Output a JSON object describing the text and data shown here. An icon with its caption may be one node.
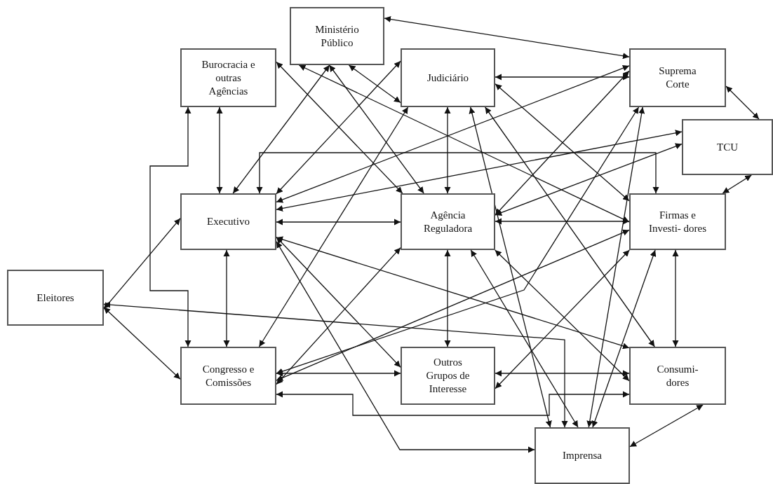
{
  "diagram": {
    "nodes": [
      {
        "text": [
          "Ministério Público"
        ]
      },
      {
        "text": [
          "Burocracia e outras Agências"
        ]
      },
      {
        "text": [
          "Judiciário"
        ]
      },
      {
        "text": [
          "Suprema Corte"
        ]
      },
      {
        "text": [
          "TCU"
        ]
      },
      {
        "text": [
          "Executivo"
        ]
      },
      {
        "text": [
          "Agência Reguladora"
        ]
      },
      {
        "text": [
          "Firmas e Investi- dores"
        ]
      },
      {
        "text": [
          "Eleitores"
        ]
      },
      {
        "text": [
          "Congresso e Comissões"
        ]
      },
      {
        "text": [
          "Outros Grupos de Interesse"
        ]
      },
      {
        "text": [
          "Consumi- dores"
        ]
      },
      {
        "text": [
          "Imprensa"
        ]
      }
    ],
    "edges": [
      {
        "from": 0,
        "to": 3,
        "arrow": "both"
      },
      {
        "from": 1,
        "to": 5,
        "arrow": "both"
      },
      {
        "from": 1,
        "to": 9,
        "arrow": "both"
      },
      {
        "from": 8,
        "to": 5,
        "arrow": "both"
      },
      {
        "from": 8,
        "to": 9,
        "arrow": "both"
      },
      {
        "from": 5,
        "to": 9,
        "arrow": "both"
      },
      {
        "from": 5,
        "to": 6,
        "arrow": "both"
      },
      {
        "from": 2,
        "to": 6,
        "arrow": "both"
      },
      {
        "from": 2,
        "to": 3,
        "arrow": "both"
      },
      {
        "from": 6,
        "to": 10,
        "arrow": "both"
      },
      {
        "from": 6,
        "to": 7,
        "arrow": "both"
      },
      {
        "from": 7,
        "to": 11,
        "arrow": "both"
      },
      {
        "from": 3,
        "to": 4,
        "arrow": "both"
      },
      {
        "from": 4,
        "to": 7,
        "arrow": "both"
      },
      {
        "from": 11,
        "to": 12,
        "arrow": "both"
      },
      {
        "from": 9,
        "to": 10,
        "arrow": "both"
      },
      {
        "from": 10,
        "to": 11,
        "arrow": "both"
      },
      {
        "from": 5,
        "to": 7,
        "arrow": "both"
      },
      {
        "from": 5,
        "to": 4,
        "arrow": "both"
      },
      {
        "from": 6,
        "to": 4,
        "arrow": "both"
      },
      {
        "from": 5,
        "to": 3,
        "arrow": "both"
      },
      {
        "from": 0,
        "to": 5,
        "arrow": "both"
      },
      {
        "from": 0,
        "to": 7,
        "arrow": "both"
      },
      {
        "from": 0,
        "to": 6,
        "arrow": "both"
      },
      {
        "from": 0,
        "to": 2,
        "arrow": "both"
      },
      {
        "from": 1,
        "to": 6,
        "arrow": "both"
      },
      {
        "from": 2,
        "to": 5,
        "arrow": "both"
      },
      {
        "from": 9,
        "to": 2,
        "arrow": "both"
      },
      {
        "from": 2,
        "to": 12,
        "arrow": "both"
      },
      {
        "from": 2,
        "to": 11,
        "arrow": "both"
      },
      {
        "from": 2,
        "to": 7,
        "arrow": "both"
      },
      {
        "from": 3,
        "to": 6,
        "arrow": "both"
      },
      {
        "from": 3,
        "to": 12,
        "arrow": "both"
      },
      {
        "from": 7,
        "to": 10,
        "arrow": "both"
      },
      {
        "from": 7,
        "to": 9,
        "arrow": "both"
      },
      {
        "from": 3,
        "to": 9,
        "arrow": "both"
      },
      {
        "from": 5,
        "to": 10,
        "arrow": "both"
      },
      {
        "from": 5,
        "to": 12,
        "arrow": "both"
      },
      {
        "from": 5,
        "to": 11,
        "arrow": "both"
      },
      {
        "from": 6,
        "to": 9,
        "arrow": "both"
      },
      {
        "from": 12,
        "to": 8,
        "arrow": "both"
      },
      {
        "from": 9,
        "to": 11,
        "arrow": "both"
      },
      {
        "from": 6,
        "to": 12,
        "arrow": "both"
      },
      {
        "from": 6,
        "to": 11,
        "arrow": "both"
      },
      {
        "from": 7,
        "to": 12,
        "arrow": "both"
      }
    ]
  }
}
